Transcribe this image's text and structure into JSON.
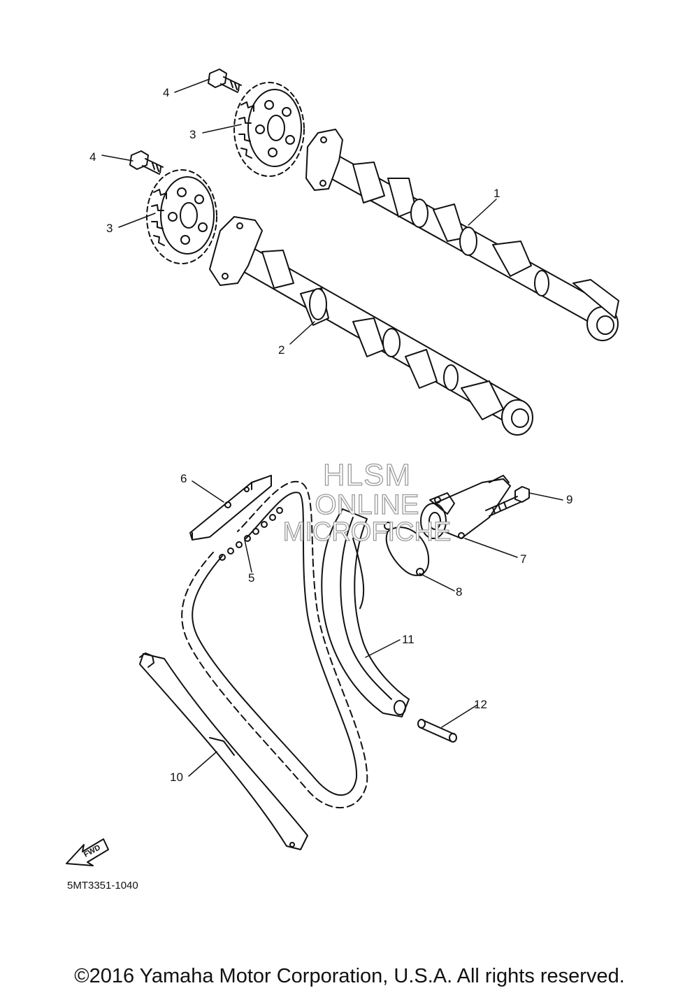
{
  "callouts": [
    {
      "id": "1",
      "text": "1"
    },
    {
      "id": "2",
      "text": "2"
    },
    {
      "id": "3a",
      "text": "3"
    },
    {
      "id": "3b",
      "text": "3"
    },
    {
      "id": "4a",
      "text": "4"
    },
    {
      "id": "4b",
      "text": "4"
    },
    {
      "id": "5",
      "text": "5"
    },
    {
      "id": "6",
      "text": "6"
    },
    {
      "id": "7",
      "text": "7"
    },
    {
      "id": "8",
      "text": "8"
    },
    {
      "id": "9",
      "text": "9"
    },
    {
      "id": "10",
      "text": "10"
    },
    {
      "id": "11",
      "text": "11"
    },
    {
      "id": "12",
      "text": "12"
    }
  ],
  "fwd_label": "FWD",
  "drawing_code": "5MT3351-1040",
  "watermark": {
    "line1": "HLSM",
    "line2": "ONLINE",
    "line3": "MICROFICHE"
  },
  "copyright": "©2016 Yamaha Motor Corporation, U.S.A. All rights reserved.",
  "colors": {
    "ink": "#111111",
    "watermark_outline": "#9a9a9a",
    "background": "#ffffff"
  }
}
